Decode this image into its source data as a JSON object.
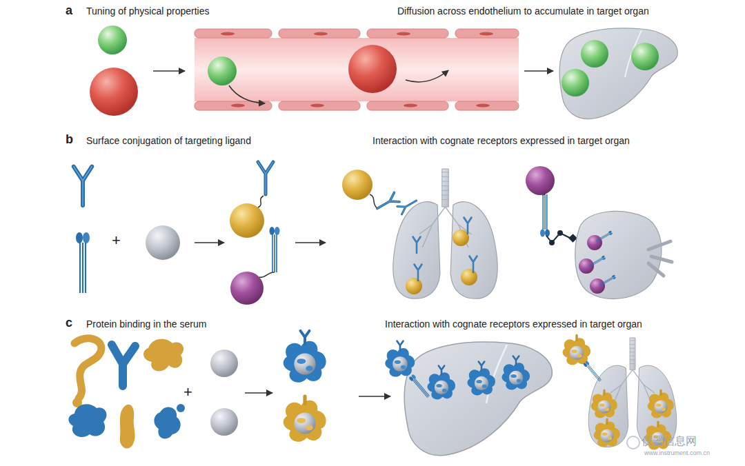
{
  "diagram": {
    "labels": [
      "a",
      "Tuning of physical properties",
      "Diffusion across endothelium to accumulate in target organ",
      "b",
      "Surface conjugation of targeting ligand",
      "+",
      "Interaction with cognate receptors expressed in target organ",
      "c",
      "Protein binding in the serum",
      "+",
      "Interaction with cognate receptors expressed in target organ",
      "仪器信息网",
      "www.instrument.com.cn"
    ]
  }
}
